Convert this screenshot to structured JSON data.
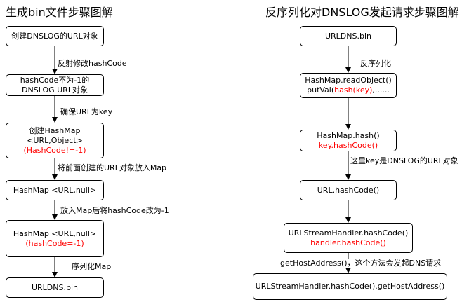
{
  "left": {
    "title": "生成bin文件步骤图解",
    "boxes": {
      "create_url": {
        "line1": "创建DNSLOG的URL对象"
      },
      "hashcode_not": {
        "line1": "hashCode不为-1的",
        "line2": "DNSLOG URL对象"
      },
      "create_map": {
        "line1": "创建HashMap",
        "line2": "<URL,Object>",
        "line3": "(HashCode!=-1)"
      },
      "map_null_1": {
        "line1": "HashMap <URL,null>"
      },
      "map_null_2": {
        "line1": "HashMap <URL,null>",
        "line2": "(hashCode=-1)"
      },
      "urldns_bin": {
        "line1": "URLDNS.bin"
      }
    },
    "edges": {
      "reflect": "反射修改hashCode",
      "ensure_key": "确保URL为key",
      "put_url": "将前面创建的URL对象放入Map",
      "put_map": "放入Map后将hashCode改为-1",
      "serialize": "序列化Map"
    }
  },
  "right": {
    "title": "反序列化对DNSLOG发起请求步骤图解",
    "boxes": {
      "urldns_bin": {
        "line1": "URLDNS.bin"
      },
      "read_object": {
        "line1": "HashMap.readObject()",
        "line2_prefix": "putVal(",
        "line2_red": "hash(key)",
        "line2_suffix": ",......"
      },
      "map_hash": {
        "line1": "HashMap.hash()",
        "line2": "key.hashCode()"
      },
      "url_hashcode": {
        "line1": "URL.hashCode()"
      },
      "handler_hashcode": {
        "line1": "URLStreamHandler.hashCode()",
        "line2": "handler.hashCode()"
      },
      "get_host": {
        "line1": "URLStreamHandler.hashCode().getHostAddress()"
      }
    },
    "edges": {
      "deserialize": "反序列化",
      "key_is_url": "这里key是DNSLOG的URL对象",
      "get_host_address": "getHostAddress()，这个方法会发起DNS请求"
    }
  }
}
